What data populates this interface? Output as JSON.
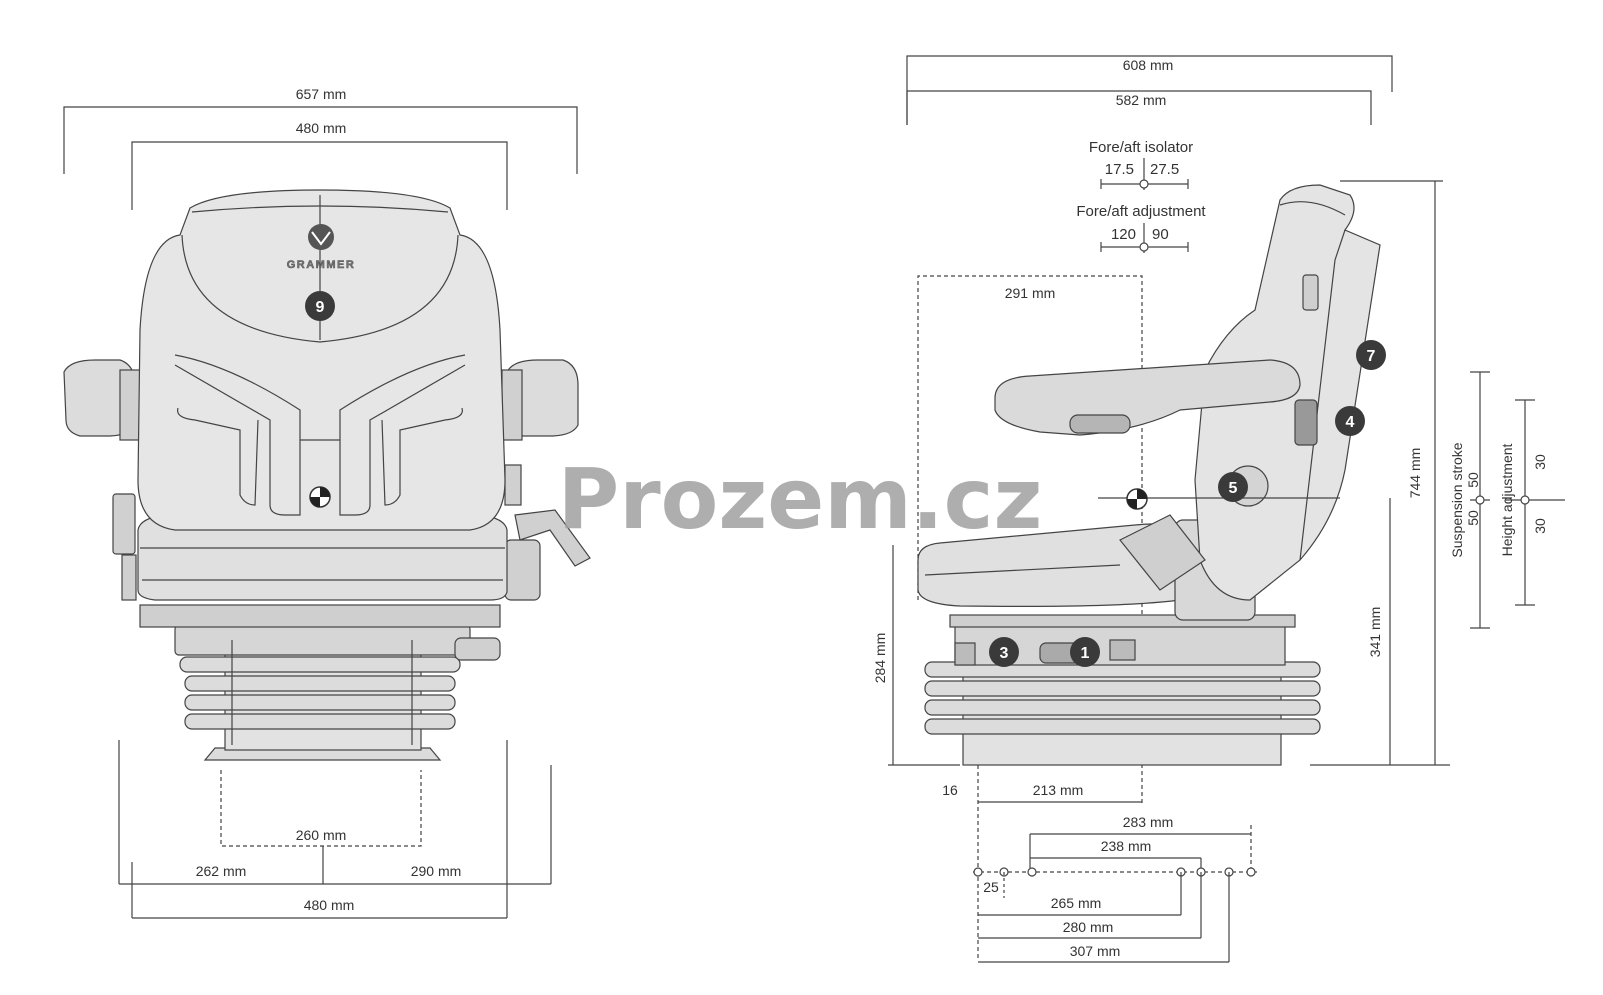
{
  "brand_logo_text": "GRAMMER",
  "watermark": "Prozem.cz",
  "front_view": {
    "dim_top_outer": "657 mm",
    "dim_top_inner": "480 mm",
    "dim_base_gap": "260 mm",
    "dim_left": "262 mm",
    "dim_right": "290 mm",
    "dim_bottom": "480 mm",
    "callout_9": "9"
  },
  "side_view": {
    "dim_top_outer": "608 mm",
    "dim_top_inner": "582 mm",
    "fore_aft_isolator_label": "Fore/aft isolator",
    "fore_aft_isolator_left": "17.5",
    "fore_aft_isolator_right": "27.5",
    "fore_aft_adjustment_label": "Fore/aft adjustment",
    "fore_aft_adjustment_left": "120",
    "fore_aft_adjustment_right": "90",
    "dim_291": "291 mm",
    "dim_284": "284 mm",
    "dim_341": "341 mm",
    "dim_744": "744 mm",
    "suspension_stroke_label": "Suspension stroke",
    "suspension_up": "50",
    "suspension_down": "50",
    "height_adjustment_label": "Height adjustment",
    "height_up": "30",
    "height_down": "30",
    "dim_16": "16",
    "dim_213": "213 mm",
    "dim_283": "283 mm",
    "dim_238": "238 mm",
    "dim_25": "25",
    "dim_265": "265 mm",
    "dim_280": "280 mm",
    "dim_307": "307 mm",
    "callout_1": "1",
    "callout_3": "3",
    "callout_4": "4",
    "callout_5": "5",
    "callout_7": "7"
  },
  "colors": {
    "line": "#444444",
    "seat_fill": "#e4e4e4",
    "seat_fill_dark": "#cfcfcf",
    "callout": "#3a3a3a",
    "watermark": "#a0a0a0"
  }
}
